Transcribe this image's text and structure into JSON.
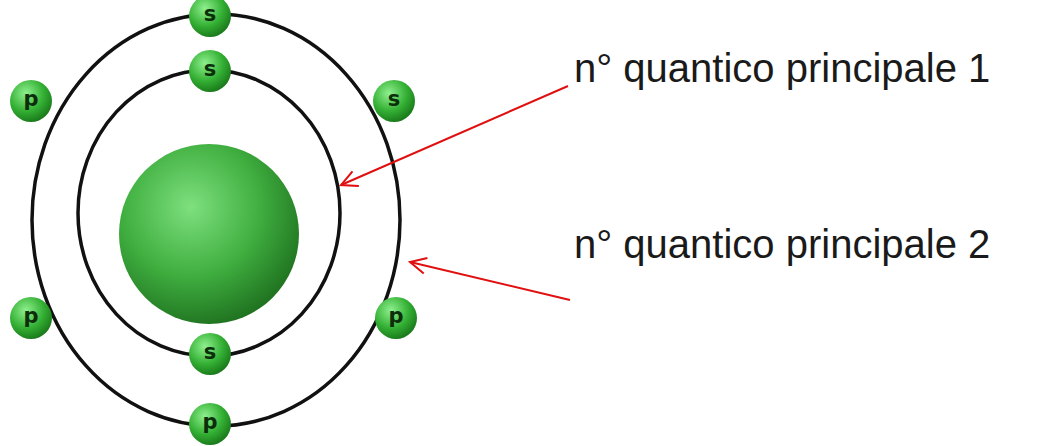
{
  "diagram": {
    "nodes": [
      {
        "text": [
          "s"
        ]
      },
      {
        "text": [
          "s"
        ]
      },
      {
        "text": [
          "p"
        ]
      },
      {
        "text": [
          "s"
        ]
      },
      {
        "text": [
          "p"
        ]
      },
      {
        "text": [
          "p"
        ]
      },
      {
        "text": [
          "s"
        ]
      },
      {
        "text": [
          "p"
        ]
      }
    ],
    "labels": [
      "n° quantico principale 1",
      "n° quantico principale 2"
    ]
  }
}
